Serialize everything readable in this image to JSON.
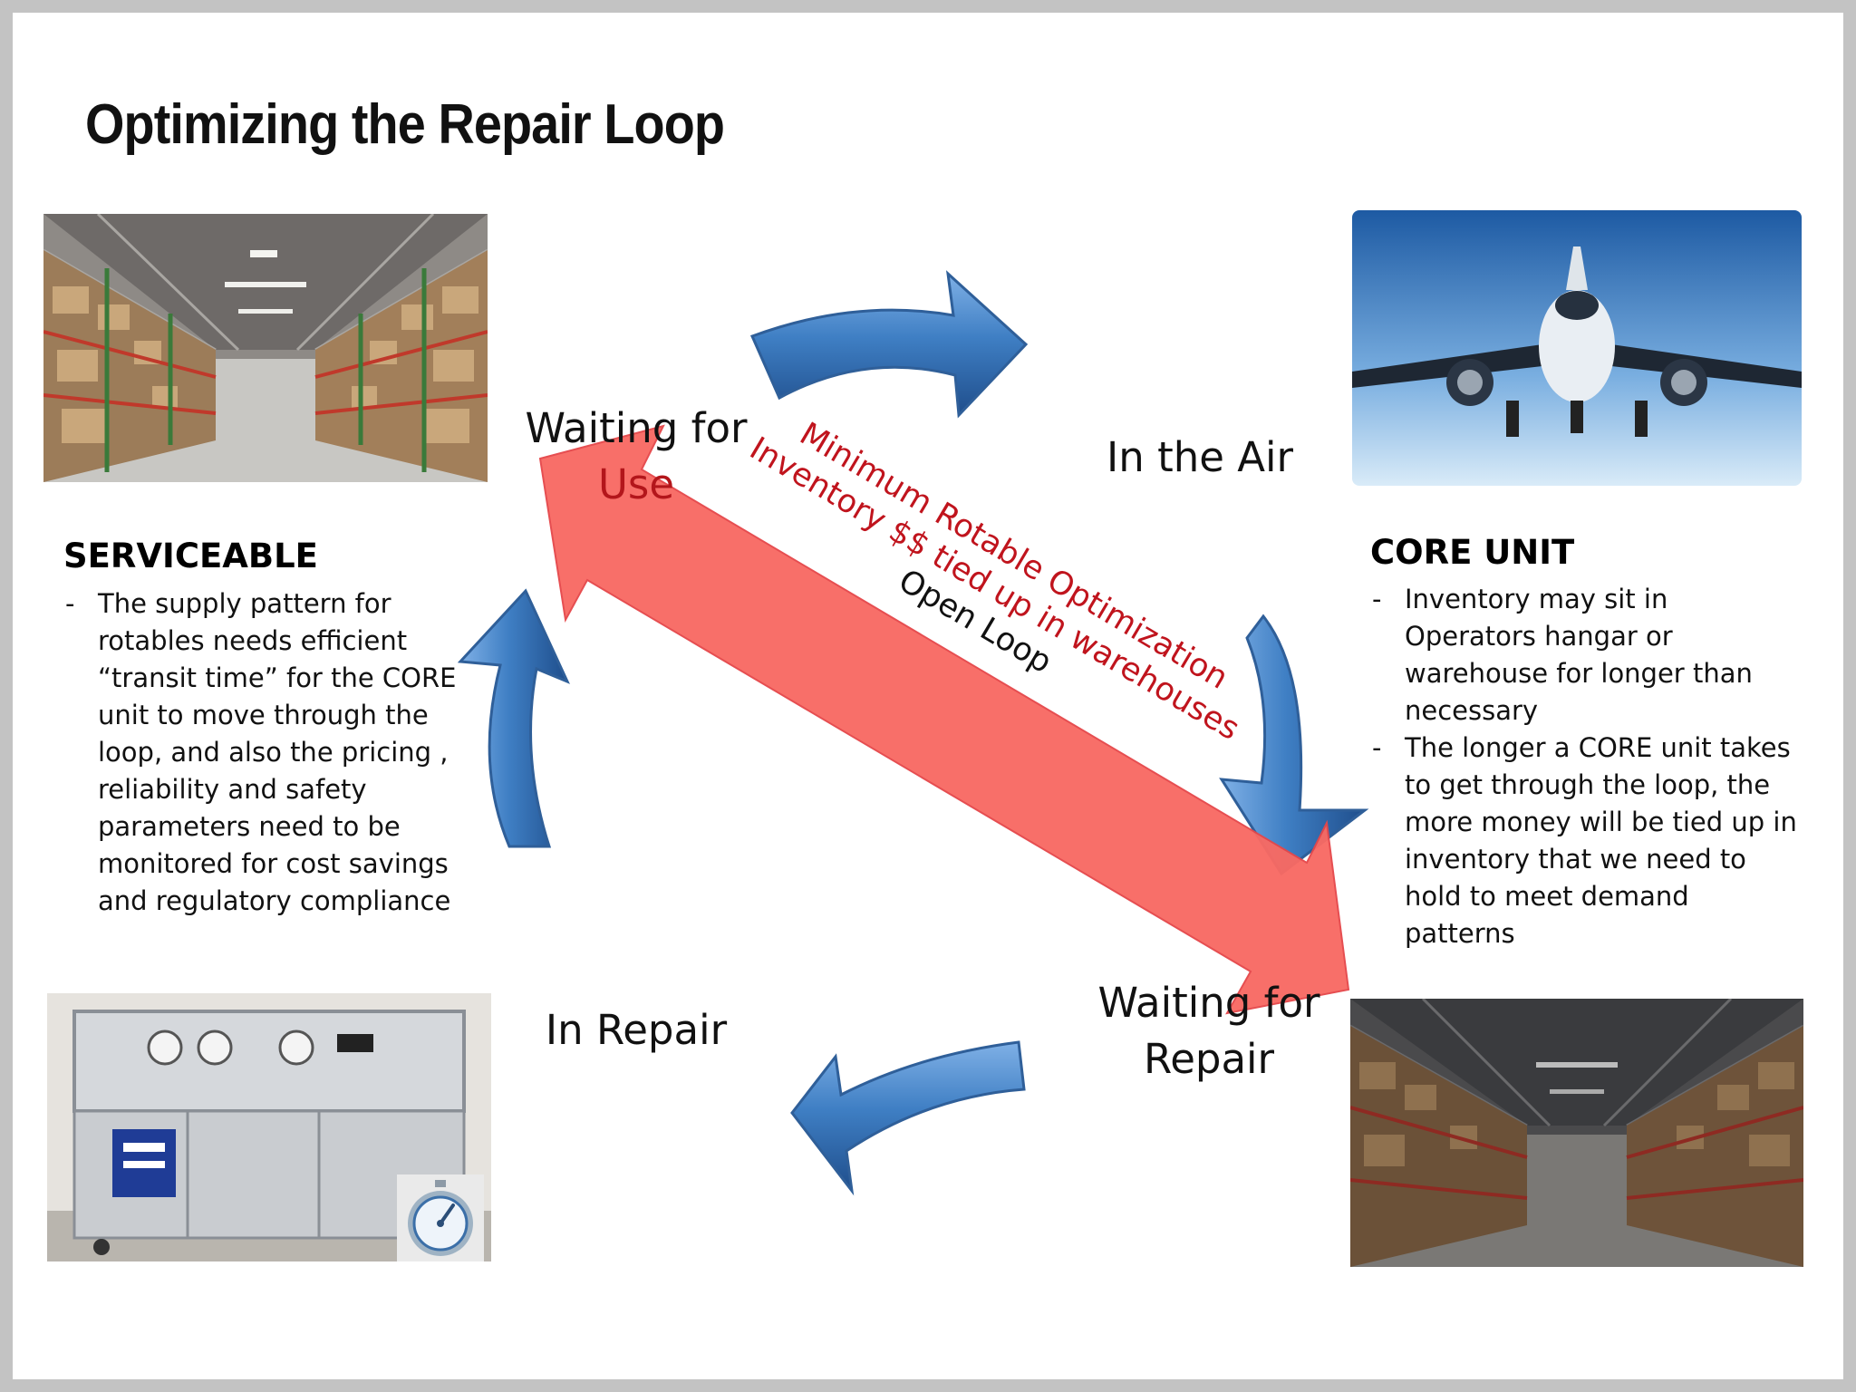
{
  "title": "Optimizing the Repair Loop",
  "stages": {
    "waiting_for_use": [
      "Waiting for",
      "Use"
    ],
    "in_the_air": "In the Air",
    "in_repair": "In Repair",
    "waiting_for_repair": [
      "Waiting for",
      "Repair"
    ]
  },
  "serviceable": {
    "heading": "SERVICEABLE",
    "bullets": [
      "The supply pattern for rotables needs efficient “transit time” for the CORE unit to move through the loop, and also the pricing , reliability and safety parameters need to be monitored for cost savings and regulatory compliance"
    ]
  },
  "core_unit": {
    "heading": "CORE UNIT",
    "bullets": [
      "Inventory may sit in Operators hangar or warehouse for longer than necessary",
      "The longer a CORE unit takes to get through the loop, the more money will be tied up in inventory that we need to hold to meet demand patterns"
    ]
  },
  "diagonal_arrow": {
    "line1": "Minimum Rotable Optimization",
    "line2": "Inventory $$ tied up in warehouses",
    "line3": "Open Loop"
  },
  "images": {
    "top_left": "warehouse-photo",
    "top_right": "airplane-photo",
    "bottom_left": "test-bench-photo",
    "bottom_right": "warehouse-photo",
    "stopwatch": "stopwatch-icon"
  },
  "colors": {
    "loop_arrow": "#3f7fc4",
    "diagonal_arrow": "#f86a63",
    "diagonal_text": "#c0141d",
    "use_text": "#b3161b"
  }
}
